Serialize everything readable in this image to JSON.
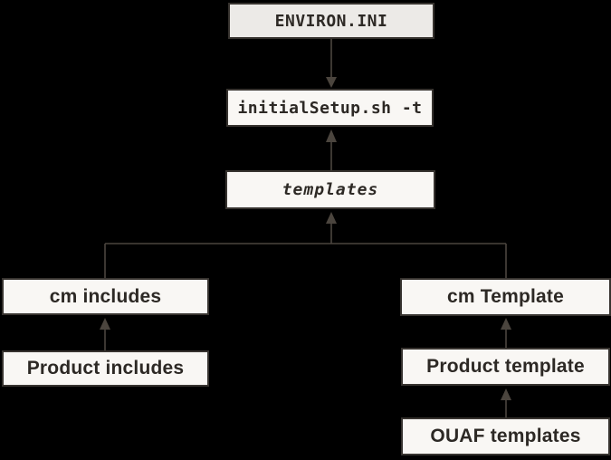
{
  "diagram": {
    "description": "Template hierarchy flowchart",
    "nodes": {
      "environ_ini": {
        "label": "ENVIRON.INI"
      },
      "initial_setup": {
        "label": "initialSetup.sh -t"
      },
      "templates": {
        "label": "templates"
      },
      "cm_includes": {
        "label": "cm includes"
      },
      "cm_template": {
        "label": "cm Template"
      },
      "product_includes": {
        "label": "Product includes"
      },
      "product_template": {
        "label": "Product template"
      },
      "ouaf_templates": {
        "label": "OUAF templates"
      }
    },
    "edges": [
      {
        "from": "ENVIRON.INI",
        "to": "initialSetup.sh -t",
        "arrow": "down"
      },
      {
        "from": "templates",
        "to": "initialSetup.sh -t",
        "arrow": "up"
      },
      {
        "from": "cm includes",
        "to": "templates",
        "arrow": "up",
        "via": "branch"
      },
      {
        "from": "cm Template",
        "to": "templates",
        "arrow": "up",
        "via": "branch"
      },
      {
        "from": "Product includes",
        "to": "cm includes",
        "arrow": "up"
      },
      {
        "from": "Product template",
        "to": "cm Template",
        "arrow": "up"
      },
      {
        "from": "OUAF templates",
        "to": "Product template",
        "arrow": "up"
      }
    ],
    "colors": {
      "background": "#000000",
      "box_fill": "#F9F7F4",
      "box_fill_header": "#ECEAE7",
      "box_border": "#37332F",
      "line": "#4B453E",
      "text": "#2D2925"
    }
  }
}
